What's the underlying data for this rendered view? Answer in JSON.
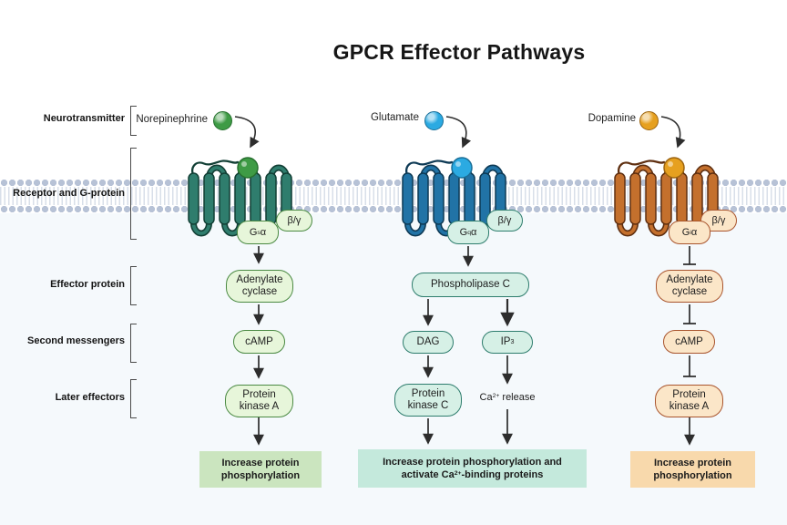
{
  "title": "GPCR Effector Pathways",
  "row_labels": {
    "neurotransmitter": "Neurotransmitter",
    "receptor": "Receptor and G-protein",
    "effector": "Effector protein",
    "second_messengers": "Second messengers",
    "later_effectors": "Later effectors"
  },
  "colors": {
    "background_lower": "#F5F9FC",
    "membrane_head": "#B7C2D6",
    "membrane_tail": "#D8DFE9",
    "connector": "#2D2D2D"
  },
  "pathways": [
    {
      "name": "norepinephrine-gs-pathway",
      "ligand_label": "Norepinephrine",
      "g_alpha": {
        "base": "G",
        "sub": "s",
        "suffix": "α"
      },
      "beta_gamma": "β/γ",
      "effector": "Adenylate cyclase",
      "second_messenger": "cAMP",
      "later_effector": "Protein kinase A",
      "outcome": "Increase protein phosphorylation",
      "colors": {
        "receptor_fill": "#2F7D6D",
        "receptor_stroke": "#123F35",
        "ligand_fill": "#3E9B45",
        "ligand_stroke": "#27702F",
        "pill_fill": "#E7F6DA",
        "pill_stroke": "#4B8A43",
        "outcome_bg": "#CBE5BF"
      }
    },
    {
      "name": "glutamate-gq-pathway",
      "ligand_label": "Glutamate",
      "g_alpha": {
        "base": "G",
        "sub": "q",
        "suffix": "α"
      },
      "beta_gamma": "β/γ",
      "effector": "Phospholipase C",
      "second_messengers": {
        "dag": "DAG",
        "ip3": {
          "base": "IP",
          "sub": "3"
        }
      },
      "later_effectors": {
        "pkc": "Protein kinase C",
        "ca_release": {
          "base": "Ca",
          "sup": "2+",
          "suffix": " release"
        }
      },
      "outcome": {
        "line1": "Increase protein phosphorylation and",
        "line2_pre": "activate Ca",
        "line2_sup": "2+",
        "line2_post": "-binding proteins"
      },
      "colors": {
        "receptor_fill": "#2173A6",
        "receptor_stroke": "#0E3A55",
        "ligand_fill": "#2BAAE2",
        "ligand_stroke": "#1A6E97",
        "pill_fill": "#D6F0E6",
        "pill_stroke": "#2E7D6D",
        "outcome_bg": "#C4E9DC"
      }
    },
    {
      "name": "dopamine-gi-pathway",
      "ligand_label": "Dopamine",
      "g_alpha": {
        "base": "G",
        "sub": "i",
        "suffix": "α"
      },
      "beta_gamma": "β/γ",
      "effector": "Adenylate cyclase",
      "second_messenger": "cAMP",
      "later_effector": "Protein kinase A",
      "outcome": "Increase protein phosphorylation",
      "colors": {
        "receptor_fill": "#C4702D",
        "receptor_stroke": "#5F2F10",
        "ligand_fill": "#E6A01F",
        "ligand_stroke": "#9C6410",
        "pill_fill": "#FBE6C8",
        "pill_stroke": "#A9552E",
        "outcome_bg": "#F8D9AC"
      }
    }
  ]
}
